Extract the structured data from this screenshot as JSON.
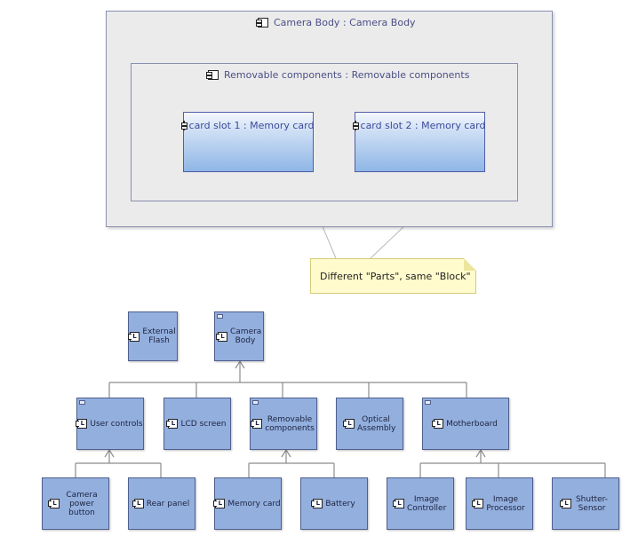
{
  "top_diagram": {
    "outer_title": "Camera Body : Camera Body",
    "inner_title": "Removable components : Removable components",
    "parts": [
      {
        "label": "card slot 1 : Memory card"
      },
      {
        "label": "card slot 2 : Memory card"
      }
    ],
    "note": "Different \"Parts\", same \"Block\""
  },
  "tree": {
    "top_row": [
      {
        "label": "External Flash"
      },
      {
        "label": "Camera Body"
      }
    ],
    "mid_row": [
      {
        "label": "User controls"
      },
      {
        "label": "LCD screen"
      },
      {
        "label": "Removable components"
      },
      {
        "label": "Optical Assembly"
      },
      {
        "label": "Motherboard"
      }
    ],
    "bottom_row": [
      {
        "label": "Camera power button"
      },
      {
        "label": "Rear panel"
      },
      {
        "label": "Memory card"
      },
      {
        "label": "Battery"
      },
      {
        "label": "Image Controller"
      },
      {
        "label": "Image Processor"
      },
      {
        "label": "Shutter-Sensor"
      }
    ]
  },
  "colors": {
    "block_fill": "#93afde",
    "part_gradient_bottom": "#8fb6e6",
    "frame_fill": "#ebebeb",
    "note_fill": "#fffbcc"
  },
  "icons": {
    "component": "component-icon",
    "block": "block-l-icon"
  }
}
